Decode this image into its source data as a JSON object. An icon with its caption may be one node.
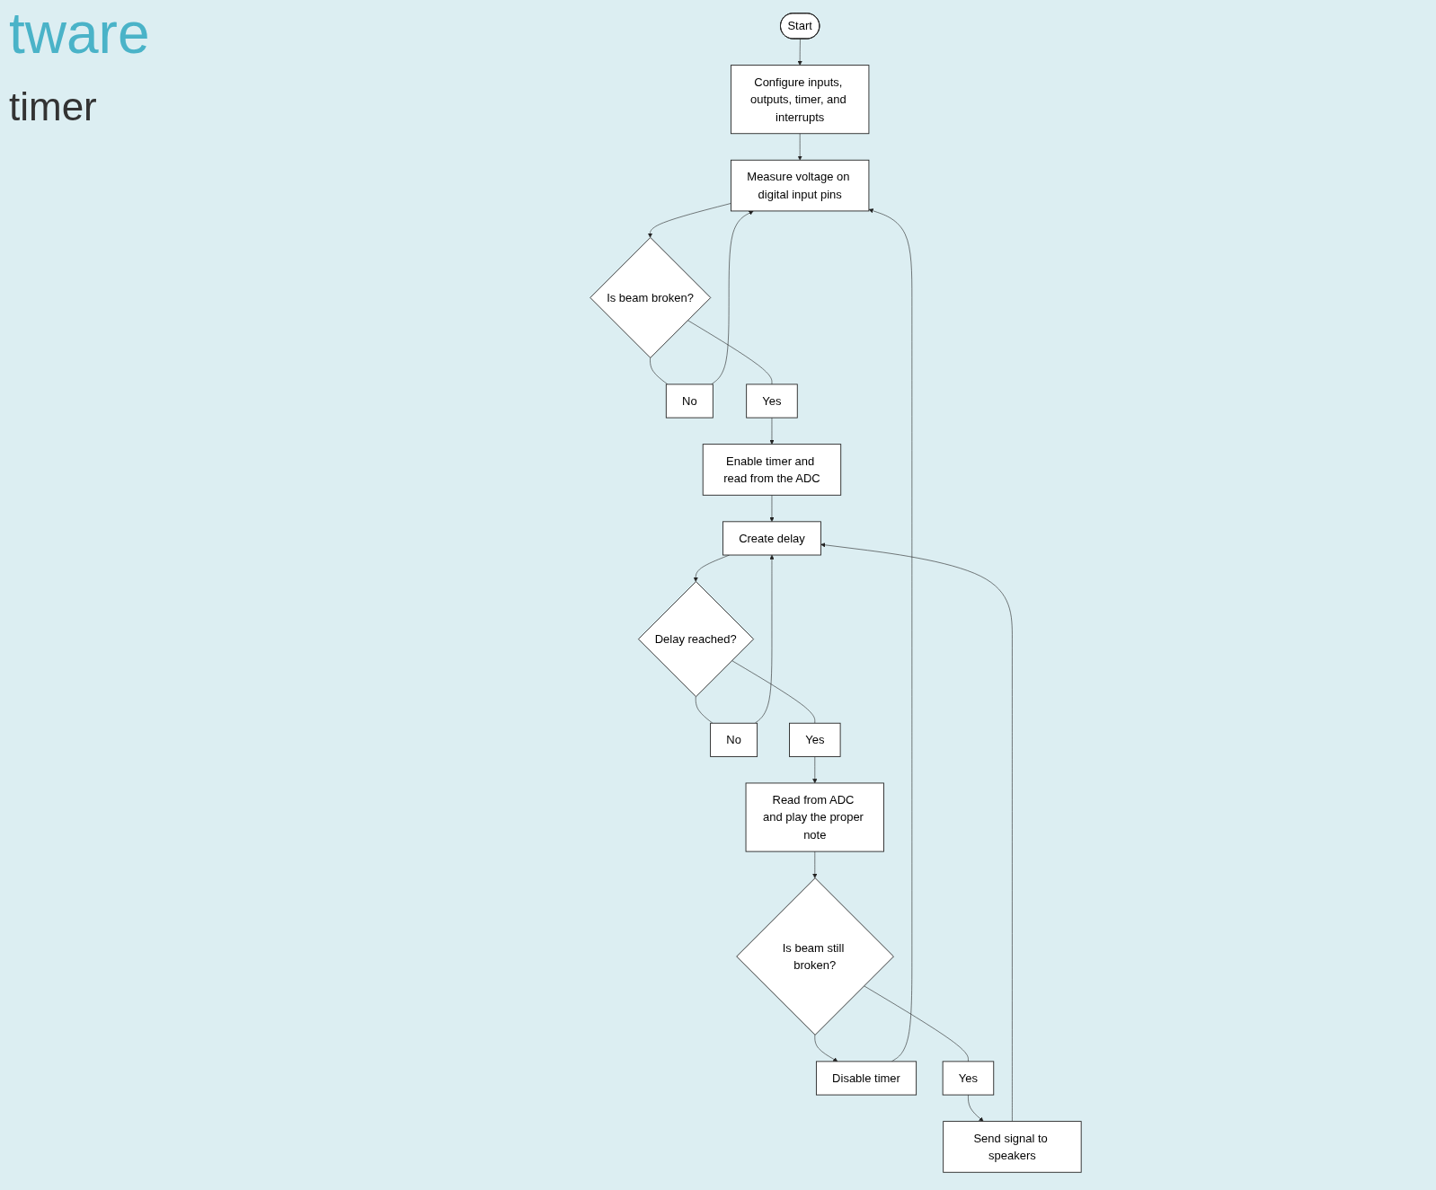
{
  "diagram": {
    "nodes": [
      {
        "text": [
          "Start"
        ]
      },
      {
        "text": [
          "Configure inputs, outputs, timer, and interrupts"
        ]
      },
      {
        "text": [
          "Measure voltage on digital input pins"
        ]
      },
      {
        "text": [
          "Is beam broken?"
        ]
      },
      {
        "text": [
          "No"
        ]
      },
      {
        "text": [
          "Yes"
        ]
      },
      {
        "text": [
          "Enable timer and read from the ADC"
        ]
      },
      {
        "text": [
          "Create delay"
        ]
      },
      {
        "text": [
          "Delay reached?"
        ]
      },
      {
        "text": [
          "No"
        ]
      },
      {
        "text": [
          "Yes"
        ]
      },
      {
        "text": [
          "Read from ADC and play the proper note"
        ]
      },
      {
        "text": [
          "Is beam still broken?"
        ]
      },
      {
        "text": [
          "Disable timer"
        ]
      },
      {
        "text": [
          "Yes"
        ]
      },
      {
        "text": [
          "Send signal to speakers"
        ]
      }
    ],
    "edges": [
      {
        "from": 0,
        "to": 1,
        "arrow": "to"
      },
      {
        "from": 1,
        "to": 2,
        "arrow": "to"
      },
      {
        "from": 2,
        "to": 3,
        "arrow": "to"
      },
      {
        "from": 3,
        "to": 4,
        "arrow": "none"
      },
      {
        "from": 4,
        "to": 2,
        "arrow": "to"
      },
      {
        "from": 3,
        "to": 5,
        "arrow": "none"
      },
      {
        "from": 5,
        "to": 6,
        "arrow": "to"
      },
      {
        "from": 6,
        "to": 7,
        "arrow": "to"
      },
      {
        "from": 7,
        "to": 8,
        "arrow": "to"
      },
      {
        "from": 8,
        "to": 9,
        "arrow": "none"
      },
      {
        "from": 9,
        "to": 7,
        "arrow": "to"
      },
      {
        "from": 8,
        "to": 10,
        "arrow": "none"
      },
      {
        "from": 10,
        "to": 11,
        "arrow": "to"
      },
      {
        "from": 11,
        "to": 12,
        "arrow": "to"
      },
      {
        "from": 12,
        "to": 13,
        "arrow": "to"
      },
      {
        "from": 13,
        "to": 2,
        "arrow": "to"
      },
      {
        "from": 12,
        "to": 14,
        "arrow": "none"
      },
      {
        "from": 14,
        "to": 15,
        "arrow": "to"
      },
      {
        "from": 15,
        "to": 7,
        "arrow": "to"
      }
    ],
    "labels": [
      "tware",
      "timer"
    ]
  }
}
